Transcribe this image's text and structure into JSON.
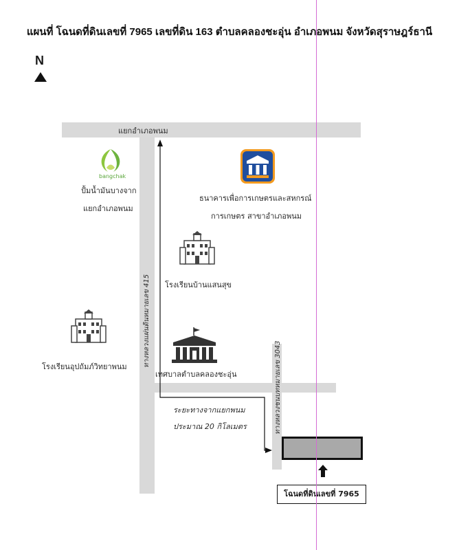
{
  "title": "แผนที่ โฉนดที่ดินเลขที่ 7965 เลขที่ดิน 163 ตำบลคลองชะอุ่น อำเภอพนม จังหวัดสุราษฎร์ธานี",
  "north_label": "N",
  "roads": {
    "top_road": "แยกอำเภอพนม",
    "main_road": "ทางหลวงแผ่นดินหมายเลข 415",
    "side_road": "ทางหลวงชนบทหมายเลข 3043"
  },
  "landmarks": {
    "bangchak_logo_text": "bangchak",
    "gas_station_line1": "ปั้มน้ำมันบางจาก",
    "gas_station_line2": "แยกอำเภอพนม",
    "bank_line1": "ธนาคารเพื่อการเกษตรและสหกรณ์",
    "bank_line2": "การเกษตร สาขาอำเภอพนม",
    "school1": "โรงเรียนบ้านแสนสุข",
    "school2": "โรงเรียนอุปถัมภ์วิทยาพนม",
    "municipality": "เทศบาลตำบลคลองชะอุ่น"
  },
  "distance_line1": "ระยะทางจากแยกพนม",
  "distance_line2": "ประมาณ 20 กิโลเมตร",
  "parcel_label": "โฉนดที่ดินเลขที่ 7965",
  "colors": {
    "road": "#d9d9d9",
    "parcel_fill": "#a9a9a9",
    "bangchak_green": "#8dc63f",
    "bank_blue": "#1f4e9e",
    "bank_orange": "#f39a1e",
    "guide_line": "#d46ad4"
  }
}
